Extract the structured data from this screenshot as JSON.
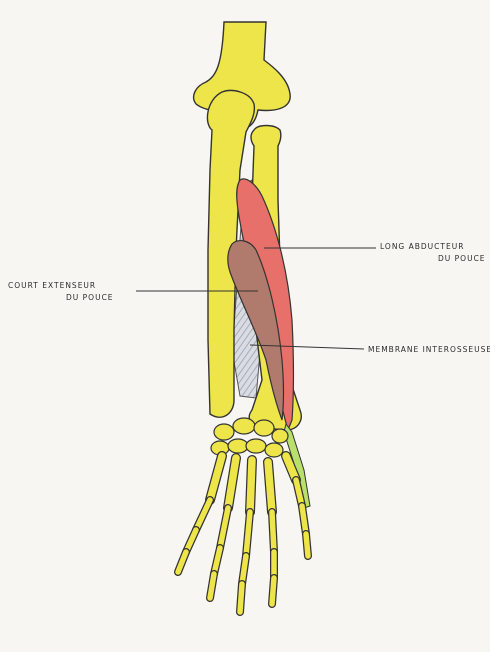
{
  "labels": {
    "long_abducteur": {
      "line1": "Long   abducteur",
      "line2": "du pouce"
    },
    "court_extenseur": {
      "line1": "Court  extenseur",
      "line2": "du pouce"
    },
    "membrane": {
      "text": "Membrane  interosseuse"
    }
  },
  "colors": {
    "bone": "#eee54a",
    "muscle_abducteur": "#e8706a",
    "muscle_extenseur": "#b07a6c",
    "tendon": "#b8e06a",
    "membrane": "#bfc4cc",
    "outline": "#333333",
    "background": "#f7f6f2"
  }
}
